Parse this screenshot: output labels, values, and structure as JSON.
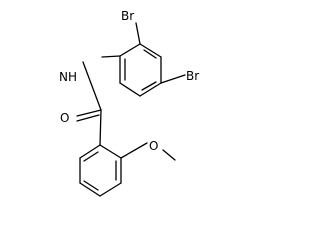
{
  "molecule": {
    "atoms": {
      "br_top": "Br",
      "br_right": "Br",
      "nh": "NH",
      "o_carbonyl": "O",
      "o_methoxy": "O"
    }
  }
}
